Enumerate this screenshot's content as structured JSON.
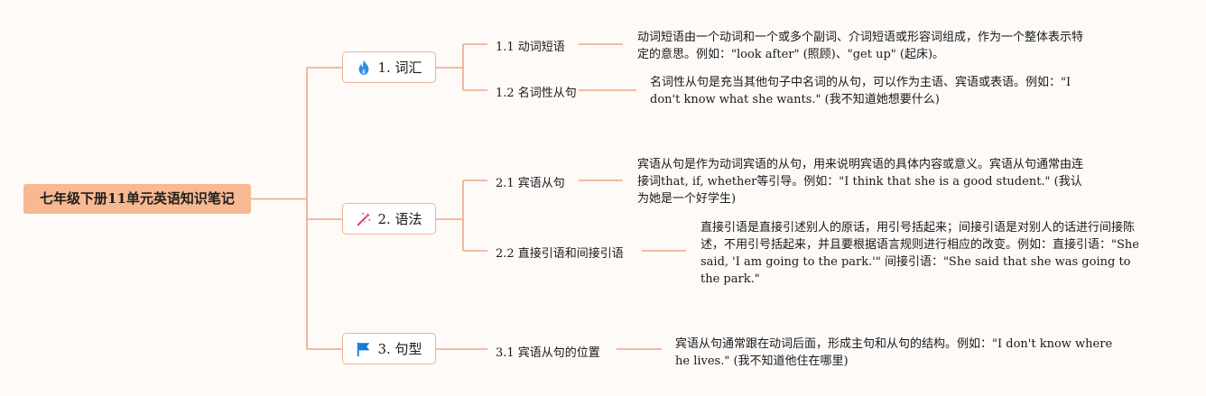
{
  "root": {
    "title": "七年级下册11单元英语知识笔记"
  },
  "categories": [
    {
      "label": "1. 词汇",
      "icon": "fire-icon",
      "items": [
        {
          "label": "1.1 动词短语",
          "note": "动词短语由一个动词和一个或多个副词、介词短语或形容词组成，作为一个整体表示特定的意思。例如：\"look after\" (照顾)、\"get up\" (起床)。"
        },
        {
          "label": "1.2 名词性从句",
          "note": "名词性从句是充当其他句子中名词的从句，可以作为主语、宾语或表语。例如：\"I don't know what she wants.\" (我不知道她想要什么)"
        }
      ]
    },
    {
      "label": "2. 语法",
      "icon": "magic-wand-icon",
      "items": [
        {
          "label": "2.1 宾语从句",
          "note": "宾语从句是作为动词宾语的从句，用来说明宾语的具体内容或意义。宾语从句通常由连接词that, if, whether等引导。例如：\"I think that she is a good student.\" (我认为她是一个好学生)"
        },
        {
          "label": "2.2 直接引语和间接引语",
          "note": "直接引语是直接引述别人的原话，用引号括起来；间接引语是对别人的话进行间接陈述，不用引号括起来，并且要根据语言规则进行相应的改变。例如：直接引语：\"She said, 'I am going to the park.'\" 间接引语：\"She said that she was going to the park.\""
        }
      ]
    },
    {
      "label": "3. 句型",
      "icon": "flag-icon",
      "items": [
        {
          "label": "3.1 宾语从句的位置",
          "note": "宾语从句通常跟在动词后面，形成主句和从句的结构。例如：\"I don't know where he lives.\" (我不知道他住在哪里)"
        }
      ]
    }
  ],
  "colors": {
    "line": "#f0a587",
    "root_fill": "#f7b991",
    "node_border": "#f2b392"
  }
}
